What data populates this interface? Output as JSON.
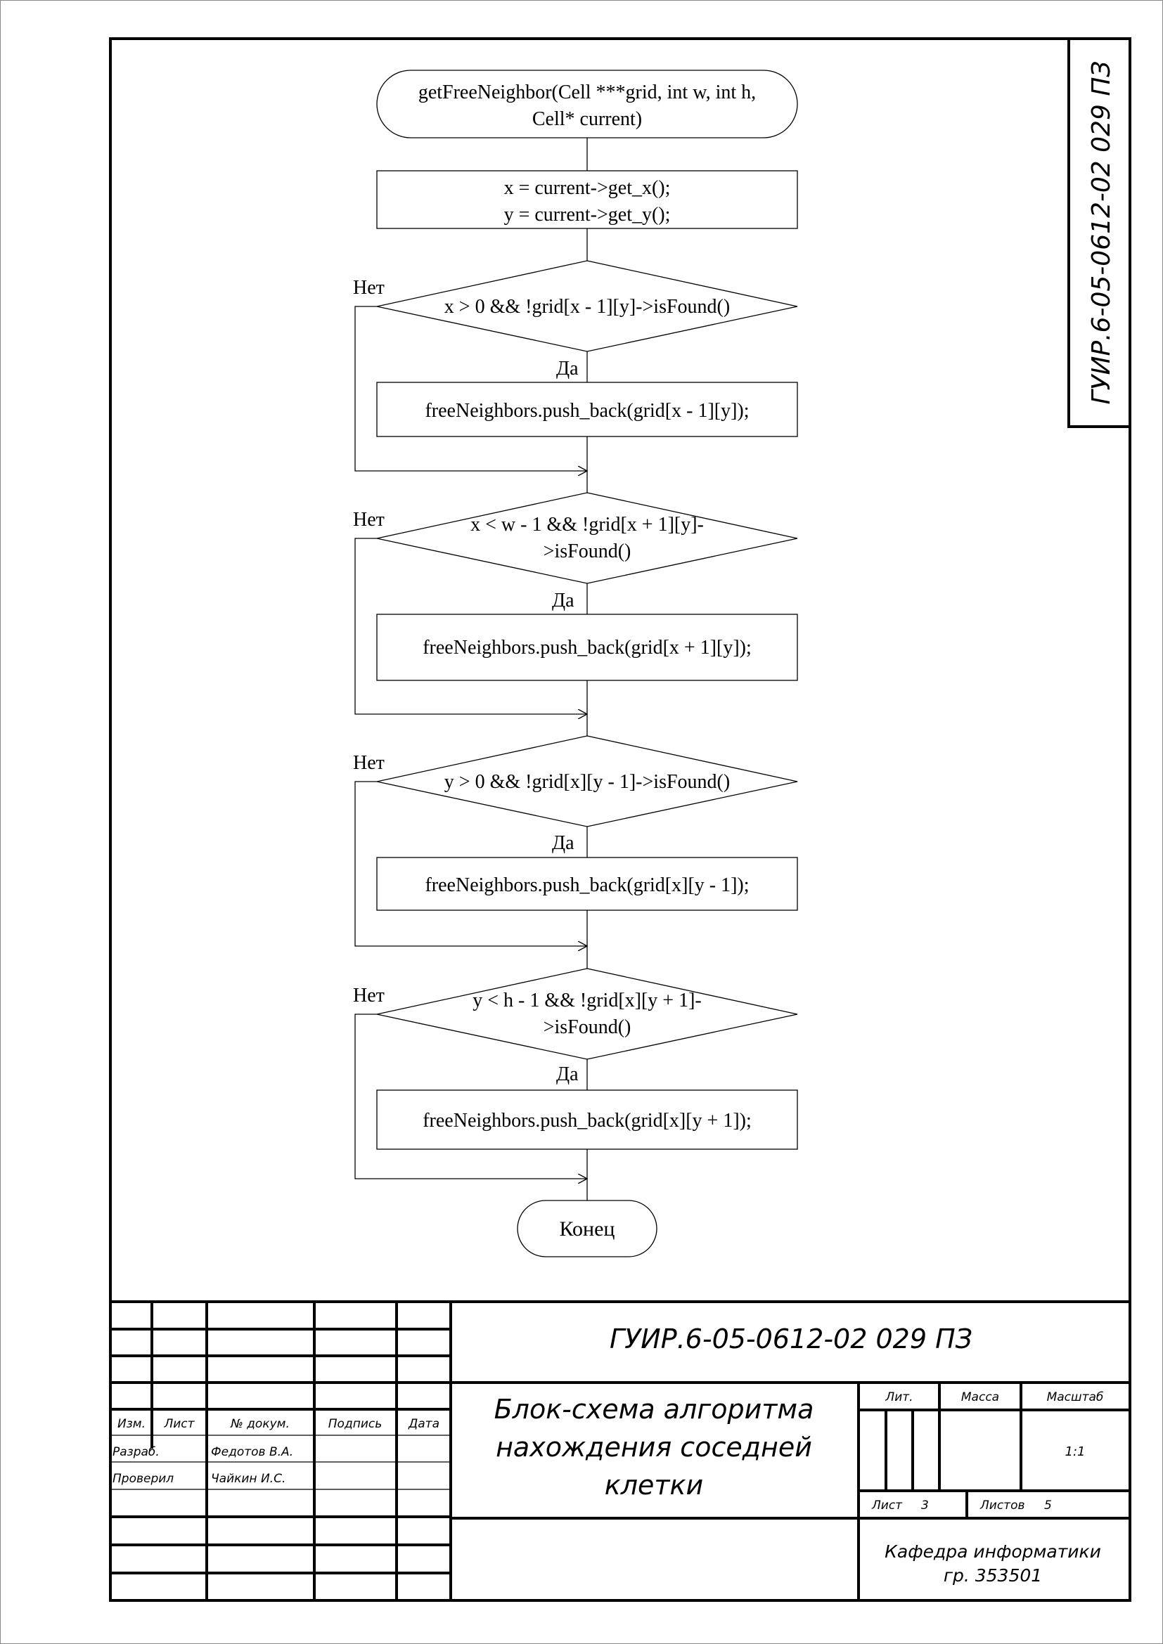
{
  "diagram": {
    "start": {
      "lines": [
        "getFreeNeighbor(Cell ***grid, int w, int h,",
        "Cell* current)"
      ]
    },
    "init": {
      "lines": [
        "x = current->get_x();",
        "y = current->get_y();"
      ]
    },
    "checks": [
      {
        "condition": [
          "x > 0 && !grid[x - 1][y]->isFound()"
        ],
        "no": "Нет",
        "yes": "Да",
        "action": "freeNeighbors.push_back(grid[x - 1][y]);"
      },
      {
        "condition": [
          "x < w - 1 && !grid[x + 1][y]-",
          ">isFound()"
        ],
        "no": "Нет",
        "yes": "Да",
        "action": "freeNeighbors.push_back(grid[x + 1][y]);"
      },
      {
        "condition": [
          "y > 0 && !grid[x][y - 1]->isFound()"
        ],
        "no": "Нет",
        "yes": "Да",
        "action": "freeNeighbors.push_back(grid[x][y - 1]);"
      },
      {
        "condition": [
          "y < h - 1 && !grid[x][y + 1]-",
          ">isFound()"
        ],
        "no": "Нет",
        "yes": "Да",
        "action": "freeNeighbors.push_back(grid[x][y + 1]);"
      }
    ],
    "end": "Конец"
  },
  "stamp": {
    "side_code": "ГУИР.6-05-0612-02 029 ПЗ",
    "doc_code": "ГУИР.6-05-0612-02 029 ПЗ",
    "title_lines": [
      "Блок-схема алгоритма",
      "нахождения соседней",
      "клетки"
    ],
    "headers": {
      "izm": "Изм.",
      "list": "Лист",
      "doc_no": "№ докум.",
      "sign": "Подпись",
      "date": "Дата"
    },
    "roles": [
      {
        "role": "Разраб.",
        "name": "Федотов В.А."
      },
      {
        "role": "Проверил",
        "name": "Чайкин И.С."
      }
    ],
    "lit_label": "Лит.",
    "mass_label": "Масса",
    "scale_label": "Масштаб",
    "scale_value": "1:1",
    "sheet_label": "Лист",
    "sheet_value": "3",
    "sheets_label": "Листов",
    "sheets_value": "5",
    "org_lines": [
      "Кафедра информатики",
      "гр. 353501"
    ]
  }
}
